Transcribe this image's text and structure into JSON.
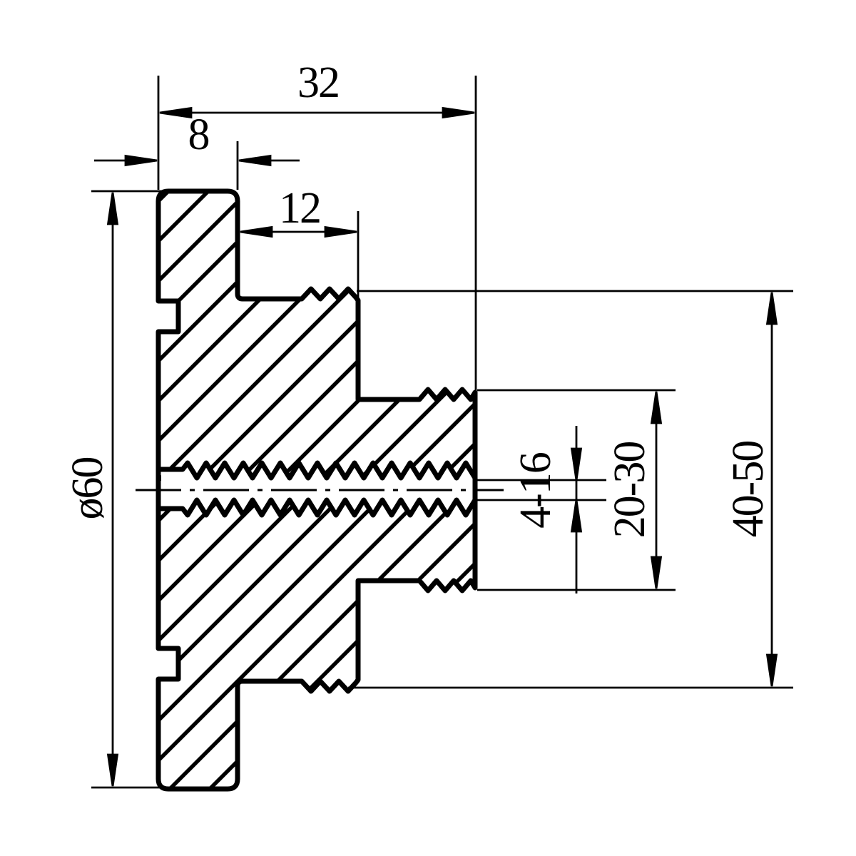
{
  "drawing": {
    "view": "cross-section",
    "background": "#ffffff",
    "line_color": "#000000",
    "labels": {
      "overall_length": "32",
      "flange_thickness": "8",
      "step_length": "12",
      "flange_diameter": "ø60",
      "center_thread": "4-16",
      "small_step_diameter": "20-30",
      "large_step_diameter": "40-50"
    }
  }
}
